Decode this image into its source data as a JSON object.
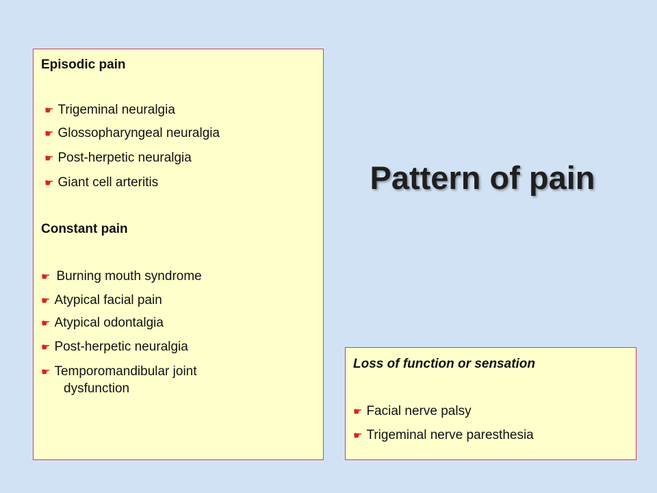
{
  "title": "Pattern of pain",
  "left_panel": {
    "episodic_heading": "Episodic pain",
    "episodic_items": [
      "Trigeminal neuralgia",
      "Glossopharyngeal neuralgia",
      "Post-herpetic neuralgia",
      "Giant cell arteritis"
    ],
    "constant_heading": "Constant pain",
    "constant_items": [
      "Burning mouth syndrome",
      "Atypical facial pain",
      "Atypical odontalgia",
      "Post-herpetic neuralgia",
      "Temporomandibular joint"
    ],
    "constant_item_continuation": "dysfunction"
  },
  "right_panel": {
    "heading": "Loss of function or sensation",
    "items": [
      "Facial nerve palsy",
      "Trigeminal nerve paresthesia"
    ]
  },
  "colors": {
    "background": "#d2e2f5",
    "panel_fill": "#ffffcc",
    "panel_border": "#d7403c",
    "bullet": "#e0201c"
  },
  "icons": {
    "bullet": "pointing-hand-icon"
  }
}
